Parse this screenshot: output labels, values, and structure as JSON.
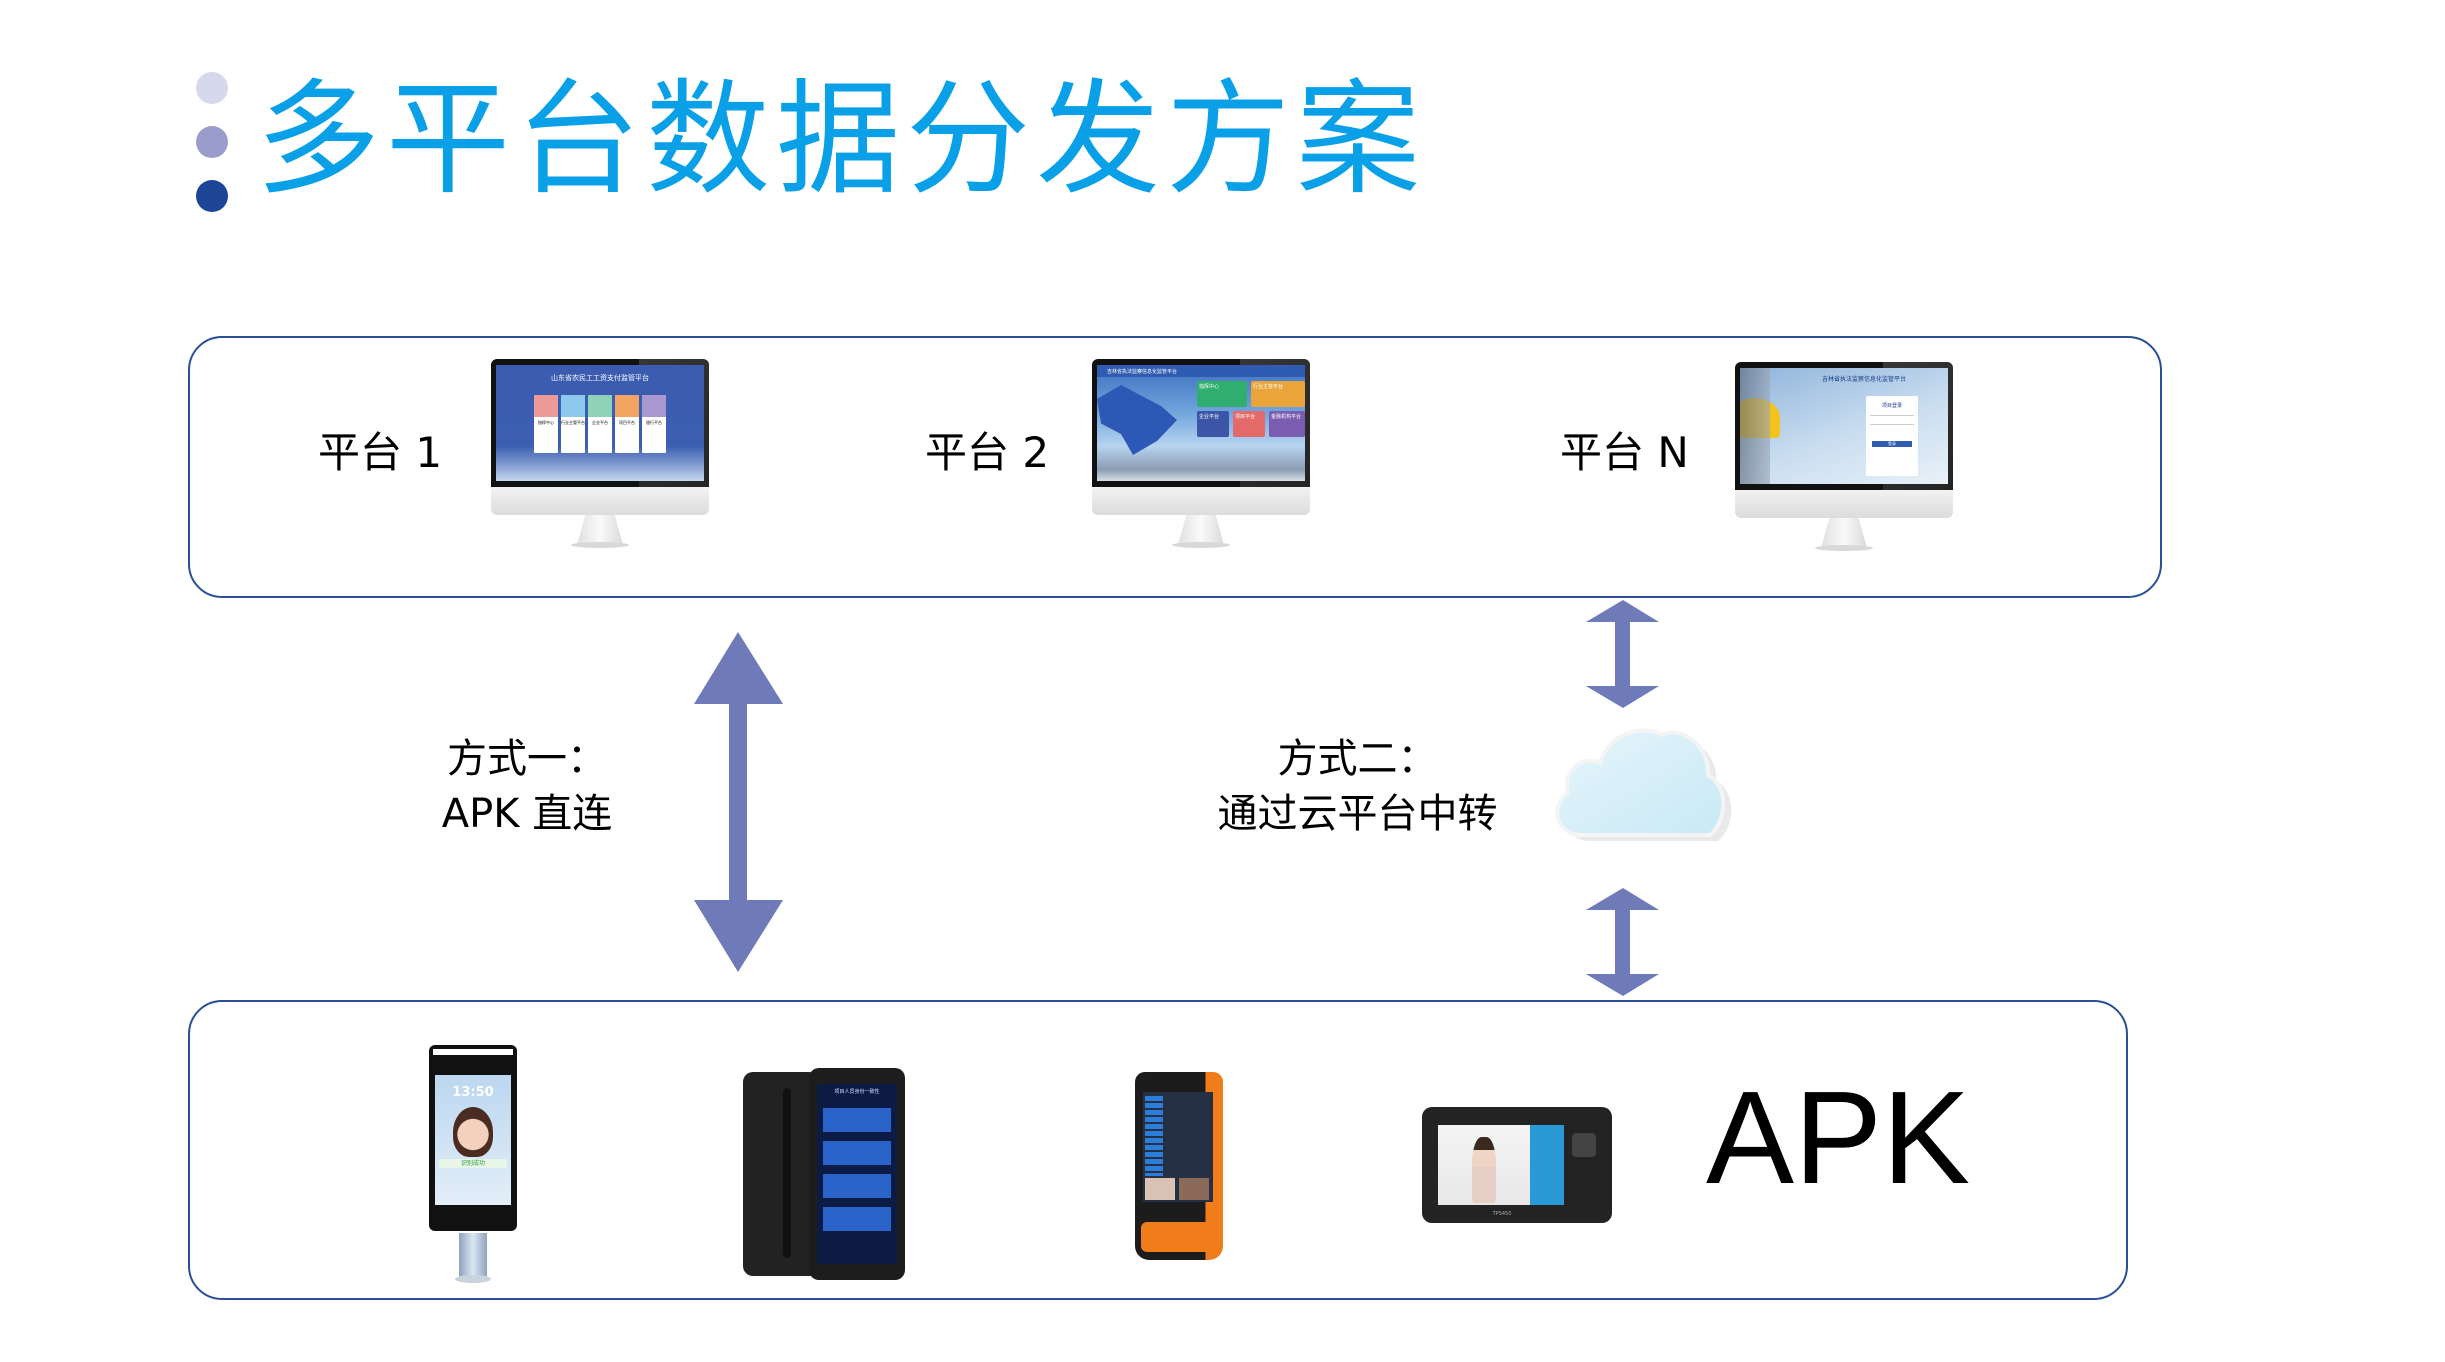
{
  "header": {
    "title": "多平台数据分发方案",
    "bullet_colors": [
      "#d6d8ec",
      "#9a9dcc",
      "#1c4597"
    ],
    "title_color": "#0aa0e8"
  },
  "platforms": [
    {
      "label": "平台 1",
      "screen_title": "山东省农民工工资支付监管平台",
      "cards": [
        "指挥中心",
        "行业主管平台",
        "企业平台",
        "项目平台",
        "银行平台"
      ]
    },
    {
      "label": "平台 2",
      "screen_title": "吉林省执法监察信息化监管平台",
      "tiles": [
        "指挥中心",
        "行业主管平台",
        "企业平台",
        "项目平台",
        "金融机构平台"
      ]
    },
    {
      "label": "平台 N",
      "screen_title": "吉林省执法监察信息化监管平台",
      "login_title": "项目登录",
      "login_button": "登录"
    }
  ],
  "methods": [
    {
      "line1": "方式一：",
      "line2": "APK 直连"
    },
    {
      "line1": "方式二：",
      "line2": "通过云平台中转"
    }
  ],
  "devices": [
    {
      "name": "face-recognition-terminal",
      "time": "13:50",
      "status": "识别成功"
    },
    {
      "name": "rugged-phone",
      "screen_title": "项目人员身份一致性"
    },
    {
      "name": "handheld-terminal"
    },
    {
      "name": "biometric-tablet",
      "model": "TPS450"
    }
  ],
  "apk_label": "APK",
  "colors": {
    "arrow": "#6f7ab9",
    "box_border": "#2a4f96"
  }
}
